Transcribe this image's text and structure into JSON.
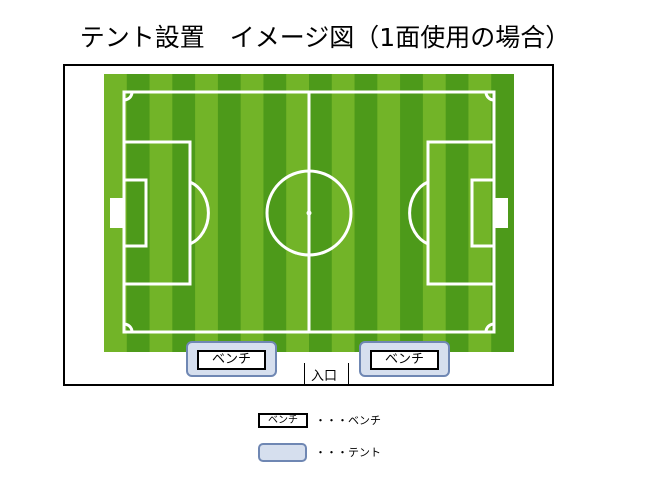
{
  "title": "テント設置　イメージ図（1面使用の場合）",
  "benches": [
    {
      "label": "ベンチ"
    },
    {
      "label": "ベンチ"
    }
  ],
  "entrance_label": "入口",
  "legend": {
    "bench_label": "ベンチ",
    "bench_desc": "・・・ベンチ",
    "tent_desc": "・・・テント"
  },
  "colors": {
    "grass_light": "#72b428",
    "grass_dark": "#4d9a1a",
    "pitch_lines": "#ffffff",
    "tent_fill": "#d6dfee",
    "tent_border": "#6f87b3"
  }
}
